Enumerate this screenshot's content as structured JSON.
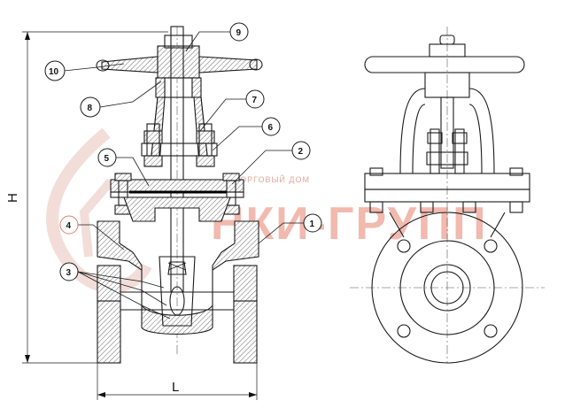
{
  "callouts": [
    {
      "n": "1"
    },
    {
      "n": "2"
    },
    {
      "n": "3"
    },
    {
      "n": "4"
    },
    {
      "n": "5"
    },
    {
      "n": "6"
    },
    {
      "n": "7"
    },
    {
      "n": "8"
    },
    {
      "n": "9"
    },
    {
      "n": "10"
    }
  ],
  "dimensions": {
    "height_label": "H",
    "length_label": "L"
  },
  "watermark": {
    "text": "НКИ-ГРУПП",
    "subtext": "ТОРГОВЫЙ ДОМ"
  },
  "colors": {
    "line": "#1a1a1a",
    "watermark": "#f2b9ae",
    "callout_4_border": "#d9826f"
  }
}
